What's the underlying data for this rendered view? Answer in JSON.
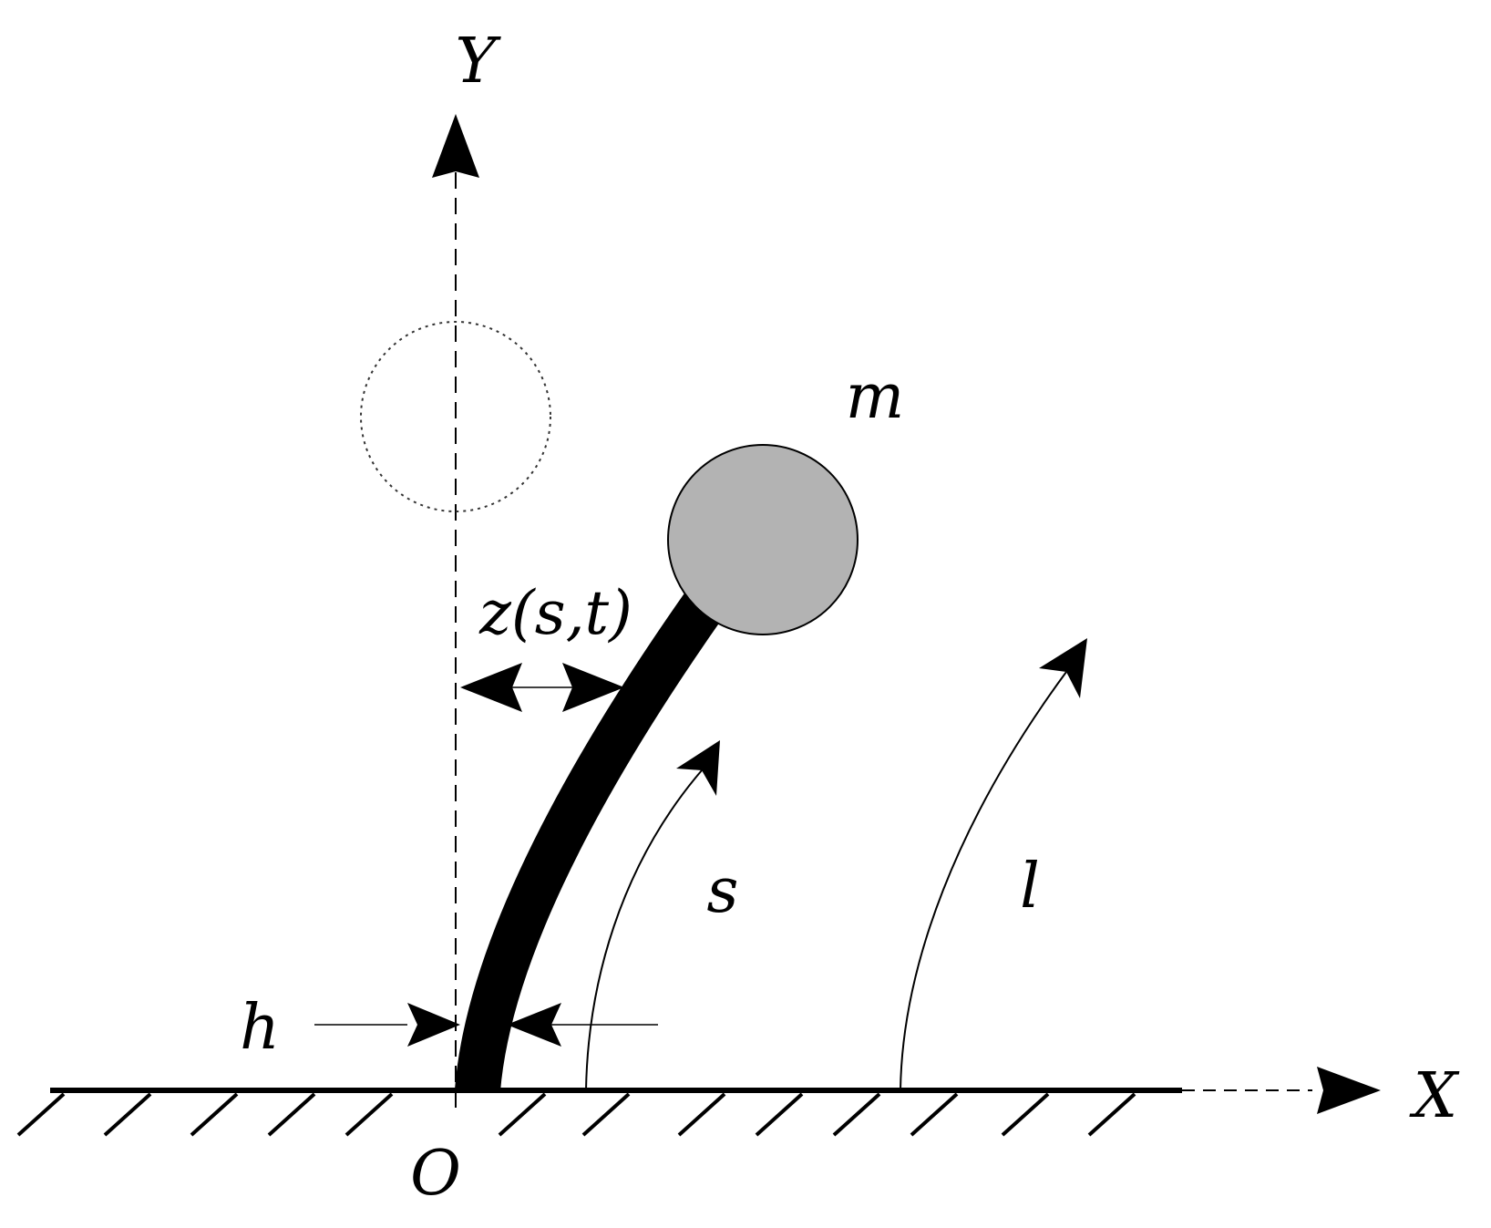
{
  "labels": {
    "y_axis": "Y",
    "x_axis": "X",
    "origin": "O",
    "mass": "m",
    "deflection": "z(s,t)",
    "arc_coordinate": "s",
    "length": "l",
    "thickness": "h"
  },
  "colors": {
    "line": "#000000",
    "mass_fill": "#b3b3b3",
    "background": "#ffffff"
  }
}
